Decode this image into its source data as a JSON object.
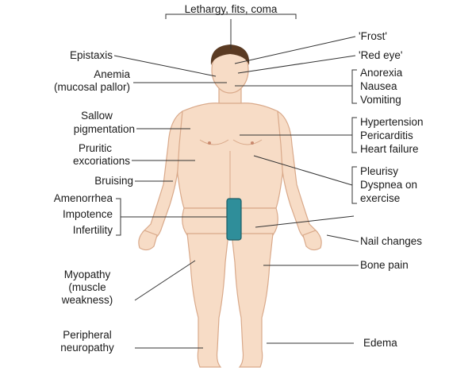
{
  "labels": {
    "top": "Lethargy, fits, coma",
    "epistaxis": "Epistaxis",
    "anemia": "Anemia",
    "anemia_sub": "(mucosal pallor)",
    "sallow": "Sallow",
    "pigmentation": "pigmentation",
    "pruritic": "Pruritic",
    "excoriations": "excoriations",
    "bruising": "Bruising",
    "amenorrhea": "Amenorrhea",
    "impotence": "Impotence",
    "infertility": "Infertility",
    "myopathy": "Myopathy",
    "muscle": "(muscle",
    "weakness": "weakness)",
    "peripheral": "Peripheral",
    "neuropathy": "neuropathy",
    "frost": "'Frost'",
    "red_eye": "'Red eye'",
    "anorexia": "Anorexia",
    "nausea": "Nausea",
    "vomiting": "Vomiting",
    "hypertension": "Hypertension",
    "pericarditis": "Pericarditis",
    "heart_failure": "Heart failure",
    "pleurisy": "Pleurisy",
    "dyspnea": "Dyspnea on",
    "exercise": "exercise",
    "nail_changes": "Nail changes",
    "bone_pain": "Bone pain",
    "edema": "Edema"
  },
  "colors": {
    "skin": "#f7dcc6",
    "skin_outline": "#d9a98a",
    "hair": "#5a3a22",
    "kidney_marker": "#2f8e9a",
    "line": "#333333"
  }
}
